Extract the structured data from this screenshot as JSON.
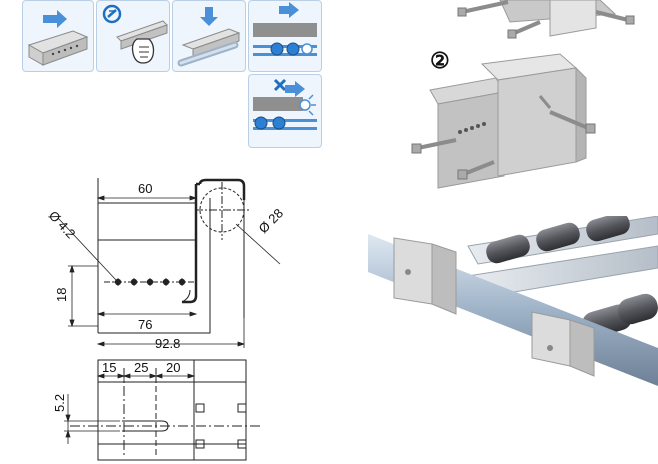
{
  "step_marker": "②",
  "drawing": {
    "front_view": {
      "width_top": "60",
      "hole_diameter": "Ø 4.2",
      "tube_diameter": "Ø 28",
      "height_holes": "18",
      "width_bottom": "76",
      "width_total": "92.8"
    },
    "bottom_view": {
      "dim_a": "15",
      "dim_b": "25",
      "dim_c": "20",
      "slot_height": "5.2"
    }
  },
  "colors": {
    "panel_bg": "#eef5fc",
    "panel_border": "#b9cfe6",
    "arrow_blue": "#4a90d9",
    "cross_blue": "#1f6fbf",
    "metal_light": "#d9d9d9",
    "metal_mid": "#b8b8b8",
    "rail_blue": "#9fb3c8",
    "roller_dark": "#55565c"
  },
  "icons": {
    "instruction_1": "slide-arrow-icon",
    "instruction_2": "no-tool-grip-icon",
    "instruction_3": "push-down-arrow-icon",
    "instruction_4": "correct-mount-icon",
    "instruction_5": "wrong-mount-icon"
  }
}
